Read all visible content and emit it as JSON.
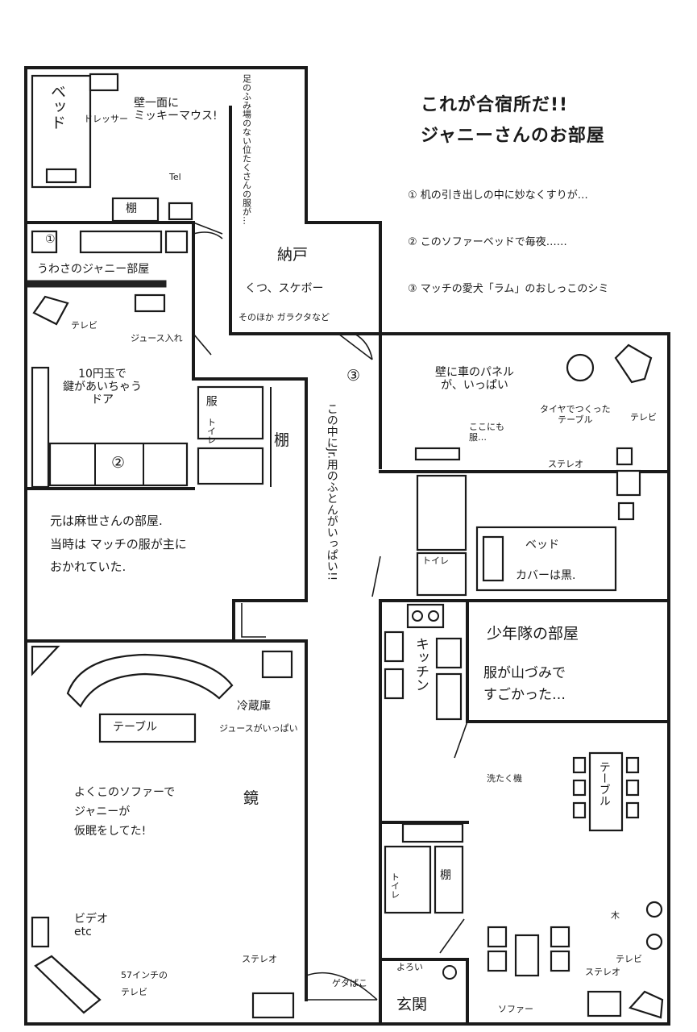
{
  "title": {
    "line1": "これが合宿所だ!!",
    "line2": "ジャニーさんのお部屋"
  },
  "notes": [
    "① 机の引き出しの中に妙なくすりが…",
    "② このソファーベッドで毎夜……",
    "③ マッチの愛犬「ラム」のおしっこのシミ"
  ],
  "labels": {
    "bed_top": "ベッド",
    "dresser": "ドレッサー",
    "mickey": "壁一面に\nミッキーマウス!",
    "clothes_note": "足のふみ場のない位たくさんの服が…",
    "tel": "Tel",
    "shelf_top": "棚",
    "rumor_room": "うわさのジャニー部屋",
    "tv_left": "テレビ",
    "juice_fridge": "ジュース入れ",
    "coin_door": "10円玉で\n鍵があいちゃう\nドア",
    "closet": "納戸",
    "closet_items1": "くつ、スケボー",
    "closet_items2": "そのほか ガラクタなど",
    "clothes_room": "服",
    "toilet_mid": "トイレ",
    "shelf_mid": "棚",
    "futon_note": "この中にJr.用のふとんがいっぱい!!",
    "asaya_room": "元は麻世さんの部屋.\n当時は マッチの服が主に\nおかれていた.",
    "car_panel": "壁に車のパネル\nが、いっぱい",
    "here_too": "ここにも\n服…",
    "tire_table": "タイヤでつくった\nテーブル",
    "tv_right": "テレビ",
    "stereo_right": "ステレオ",
    "toilet_right": "トイレ",
    "bed_right": "ベッド",
    "bed_cover": "カバーは黒.",
    "table_living": "テーブル",
    "fridge": "冷蔵庫",
    "juice_full": "ジュースがいっぱい",
    "sofa_nap": "よくこのソファーで\nジャニーが\n仮眠をしてた!",
    "mirror": "鏡",
    "video": "ビデオ\netc",
    "tv_57": "57インチの\nテレビ",
    "stereo_living": "ステレオ",
    "geta": "ゲタばこ",
    "armor": "よろい",
    "entrance": "玄関",
    "kitchen": "キッチン",
    "boys_room": "少年隊の部屋",
    "boys_clothes": "服が山づみで\nすごかった…",
    "table_boys": "テーブル",
    "washer": "洗たく機",
    "toilet_bottom": "トイレ",
    "shelf_bottom": "棚",
    "tree": "木",
    "stereo_boys": "ステレオ",
    "tv_boys": "テレビ",
    "sofa_boys": "ソファー",
    "num1": "①",
    "num2": "②",
    "num3": "③"
  }
}
